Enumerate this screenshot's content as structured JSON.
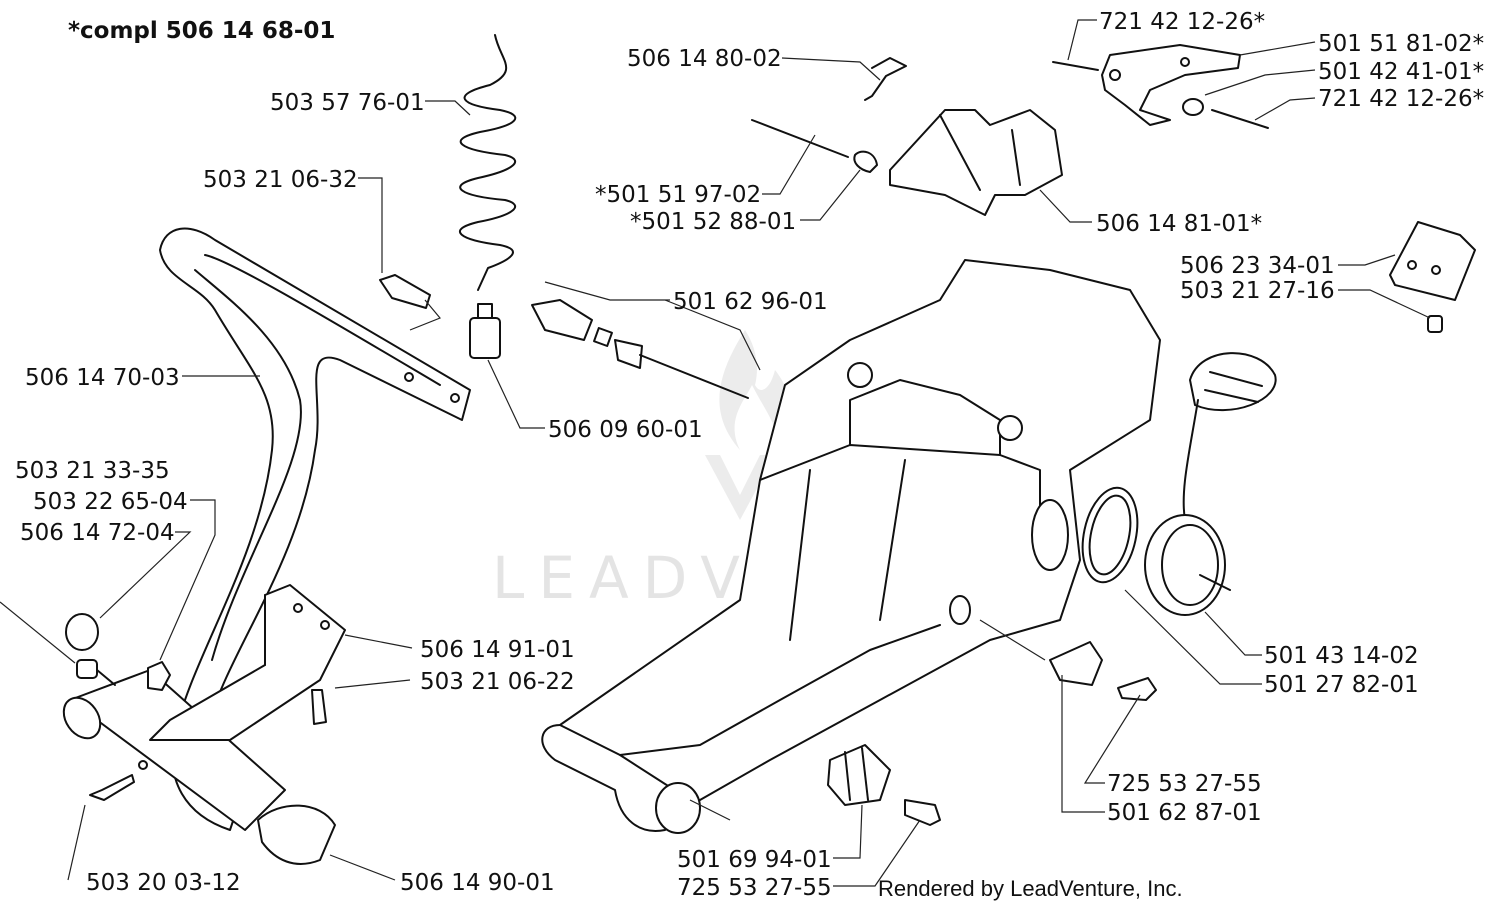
{
  "diagram": {
    "title": "*compl 506 14 68-01",
    "credit": "Rendered by LeadVenture, Inc.",
    "watermark": "LEADVENTURE",
    "part_labels": {
      "p1": "503 57 76-01",
      "p2": "503 21 06-32",
      "p3": "506 14 70-03",
      "p4": "503 21 33-35",
      "p5": "503 22 65-04",
      "p6": "506 14 72-04",
      "p7": "503 20 03-12",
      "p8": "506 14 90-01",
      "p9": "506 14 91-01",
      "p10": "503 21 06-22",
      "p11": "506 09 60-01",
      "p12": "501 62 96-01",
      "p13": "506 14 80-02",
      "p14": "*501 51 97-02",
      "p15": "*501 52 88-01",
      "p16": "506 14 81-01*",
      "p17": "721 42 12-26*",
      "p18": "501 51 81-02*",
      "p19": "501 42 41-01*",
      "p20": "721 42 12-26*",
      "p21": "506 23 34-01",
      "p22": "503 21 27-16",
      "p23": "501 43 14-02",
      "p24": "501 27 82-01",
      "p25": "725 53 27-55",
      "p26": "501 62 87-01",
      "p27": "501 69 94-01",
      "p28": "725 53 27-55"
    }
  }
}
